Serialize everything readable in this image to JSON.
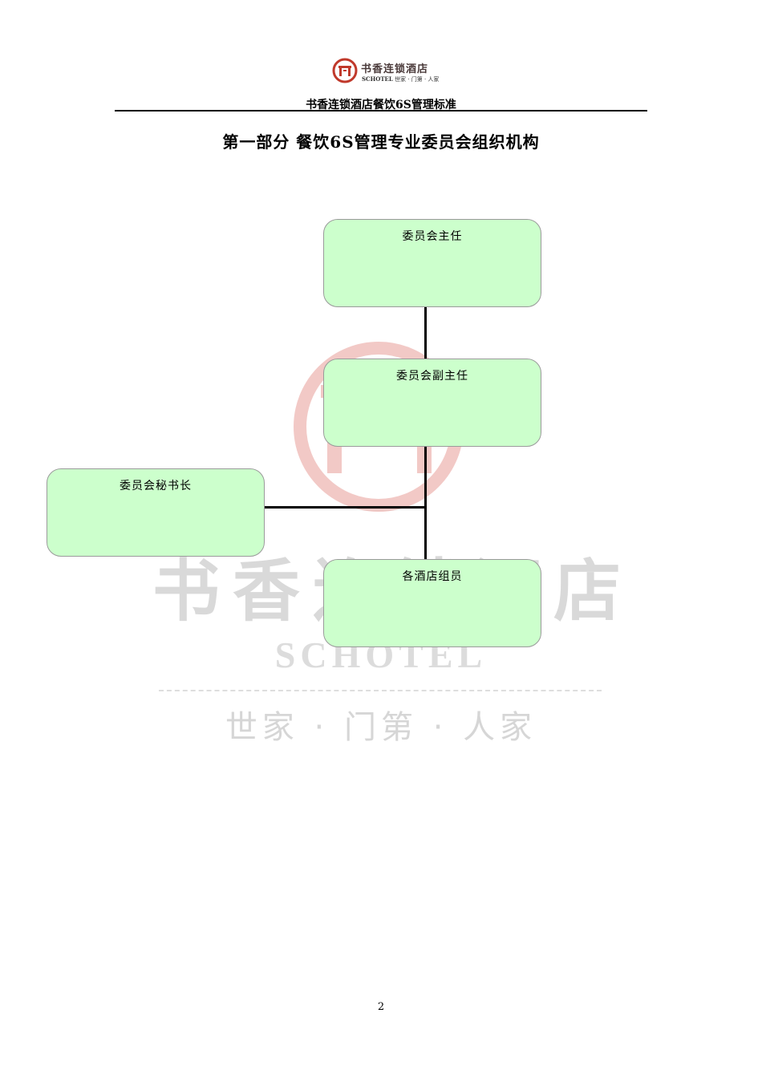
{
  "header": {
    "logo_cn": "书香连锁酒店",
    "logo_en": "SCHOTEL",
    "logo_tagline": "世家 · 门第 · 人家",
    "title": "书香连锁酒店餐饮6S管理标准"
  },
  "section_title": "第一部分  餐饮6S管理专业委员会组织机构",
  "org_chart": {
    "director": "委员会主任",
    "deputy_director": "委员会副主任",
    "secretary_general": "委员会秘书长",
    "members": "各酒店组员"
  },
  "watermark": {
    "cn": "书香连锁酒店",
    "en": "SCHOTEL",
    "slogan": "世家 · 门第 · 人家"
  },
  "footer": {
    "page_number": "2"
  },
  "colors": {
    "box_fill": "#ccffcc",
    "logo_red": "#c0392b",
    "watermark_gray": "#d9d9d9"
  }
}
